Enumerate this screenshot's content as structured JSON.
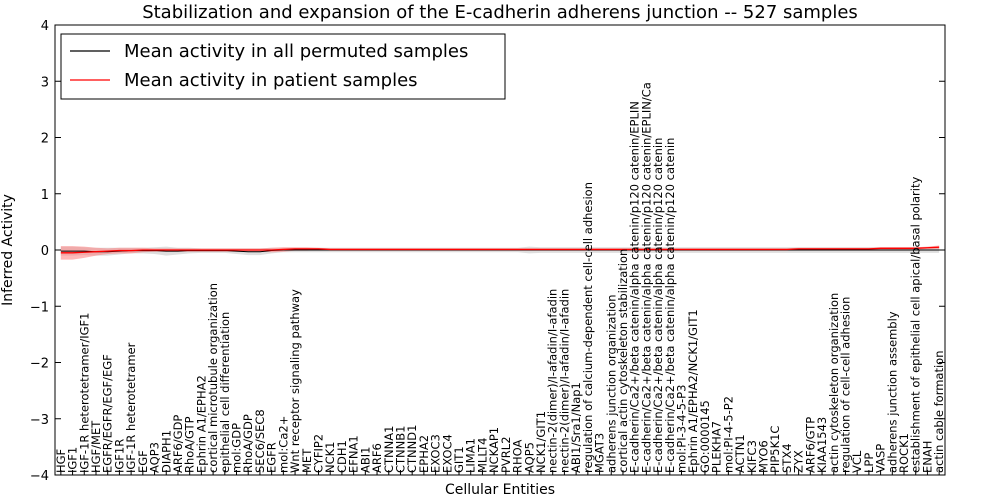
{
  "chart_data": {
    "type": "line",
    "title": "Stabilization and expansion of the E-cadherin adherens junction -- 527 samples",
    "xlabel": "Cellular Entities",
    "ylabel": "Inferred Activity",
    "ylim": [
      -4,
      4
    ],
    "yticks": [
      "4",
      "3",
      "2",
      "1",
      "0",
      "−1",
      "−2",
      "−3",
      "−4"
    ],
    "legend_position": "upper-left",
    "colors": {
      "permuted": "#000000",
      "patient": "#ff0000",
      "permuted_band": "#c8c8c8",
      "patient_band": "#ff8080"
    },
    "categories": [
      "HGF",
      "IGF1",
      "IGF-1R heterotetramer/IGF1",
      "HGF/MET",
      "EGFR/EGFR/EGF/EGF",
      "IGF1R",
      "IGF-1R heterotetramer",
      "EGF",
      "AQP3",
      "DIAPH1",
      "ARF6/GDP",
      "RhoA/GTP",
      "Ephrin A1/EPHA2",
      "cortical microtubule organization",
      "epithelial cell differentiation",
      "mol:GDP",
      "RhoA/GDP",
      "SEC6/SEC8",
      "EGFR",
      "mol:Ca2+",
      "Wnt receptor signaling pathway",
      "MET",
      "CYFIP2",
      "NCK1",
      "CDH1",
      "EFNA1",
      "ABI1",
      "ARF6",
      "CTNNA1",
      "CTNNB1",
      "CTNND1",
      "EPHA2",
      "EXOC3",
      "EXOC4",
      "GIT1",
      "LIMA1",
      "MLLT4",
      "NCKAP1",
      "PVRL2",
      "RHOA",
      "AQP5",
      "NCK1/GIT1",
      "nectin-2(dimer)/I-afadin/I-afadin",
      "nectin-2(dimer)/I-afadin/I-afadin",
      "ABI1/Sra1/Nap1",
      "regulation of calcium-dependent cell-cell adhesion",
      "MGAT3",
      "adherens junction organization",
      "cortical actin cytoskeleton stabilization",
      "E-cadherin/Ca2+/beta catenin/alpha catenin/p120 catenin/EPLIN",
      "E-cadherin/Ca2+/beta catenin/alpha catenin/p120 catenin/EPLIN/Ca",
      "E-cadherin/Ca2+/beta catenin/alpha catenin/p120 catenin",
      "E-cadherin/Ca2+/beta catenin/alpha catenin/p120 catenin",
      "mol:PI-3-4-5-P3",
      "Ephrin A1/EPHA2/NCK1/GIT1",
      "GO:0000145",
      "PLEKHA7",
      "mol:PI-4-5-P2",
      "ACTN1",
      "KIFC3",
      "MYO6",
      "PIP5K1C",
      "STX4",
      "ZYX",
      "ARF6/GTP",
      "KIAA1543",
      "actin cytoskeleton organization",
      "regulation of cell-cell adhesion",
      "VCL",
      "LPP",
      "VASP",
      "adherens junction assembly",
      "ROCK1",
      "establishment of epithelial cell apical/basal polarity",
      "ENAH",
      "actin cable formation"
    ],
    "series": [
      {
        "name": "Mean activity in all permuted samples",
        "values": [
          -0.02,
          -0.02,
          -0.02,
          -0.03,
          -0.03,
          -0.02,
          -0.01,
          -0.01,
          -0.01,
          -0.02,
          -0.02,
          -0.01,
          -0.01,
          -0.01,
          -0.01,
          -0.02,
          -0.03,
          -0.03,
          -0.01,
          0,
          0,
          0,
          0,
          0,
          0,
          0,
          0,
          0,
          0,
          0,
          0,
          0,
          0,
          0,
          0,
          0,
          0,
          0,
          0,
          0,
          0,
          0,
          0,
          0,
          0,
          0,
          0,
          0,
          0,
          0,
          0,
          0,
          0,
          0,
          0,
          0,
          0,
          0,
          0,
          0,
          0,
          0,
          0,
          0,
          0,
          0,
          0,
          0,
          0,
          0,
          0,
          0,
          0,
          0,
          0,
          0
        ],
        "band": [
          0.08,
          0.08,
          0.07,
          0.07,
          0.07,
          0.06,
          0.05,
          0.05,
          0.06,
          0.08,
          0.06,
          0.05,
          0.04,
          0.04,
          0.04,
          0.05,
          0.06,
          0.06,
          0.05,
          0.04,
          0.04,
          0.04,
          0.04,
          0.04,
          0.04,
          0.04,
          0.04,
          0.04,
          0.04,
          0.04,
          0.04,
          0.04,
          0.04,
          0.04,
          0.04,
          0.04,
          0.04,
          0.04,
          0.04,
          0.04,
          0.06,
          0.05,
          0.05,
          0.05,
          0.05,
          0.05,
          0.05,
          0.05,
          0.05,
          0.05,
          0.05,
          0.05,
          0.05,
          0.05,
          0.05,
          0.05,
          0.05,
          0.05,
          0.05,
          0.05,
          0.05,
          0.05,
          0.05,
          0.05,
          0.05,
          0.05,
          0.05,
          0.05,
          0.05,
          0.05,
          0.05,
          0.05,
          0.05,
          0.05,
          0.05,
          0.05
        ]
      },
      {
        "name": "Mean activity in patient samples",
        "values": [
          -0.05,
          -0.05,
          -0.04,
          -0.03,
          -0.02,
          -0.01,
          -0.01,
          0,
          0,
          0,
          0,
          0,
          0,
          0,
          0,
          0,
          0,
          0,
          0,
          0.01,
          0.02,
          0.02,
          0.02,
          0.01,
          0.01,
          0.01,
          0.01,
          0.01,
          0.01,
          0.01,
          0.01,
          0.01,
          0.01,
          0.01,
          0.01,
          0.01,
          0.01,
          0.01,
          0.01,
          0.01,
          0.01,
          0.01,
          0.01,
          0.01,
          0.01,
          0.01,
          0.01,
          0.01,
          0.01,
          0.01,
          0.01,
          0.01,
          0.01,
          0.01,
          0.01,
          0.01,
          0.01,
          0.01,
          0.01,
          0.01,
          0.01,
          0.01,
          0.01,
          0.02,
          0.02,
          0.02,
          0.02,
          0.02,
          0.02,
          0.02,
          0.03,
          0.03,
          0.03,
          0.03,
          0.04,
          0.05
        ],
        "band": [
          0.12,
          0.12,
          0.1,
          0.07,
          0.05,
          0.05,
          0.05,
          0.04,
          0.03,
          0.03,
          0.03,
          0.03,
          0.03,
          0.03,
          0.03,
          0.03,
          0.03,
          0.03,
          0.04,
          0.04,
          0.03,
          0.03,
          0.02,
          0.02,
          0.02,
          0.02,
          0.02,
          0.02,
          0.02,
          0.02,
          0.02,
          0.02,
          0.02,
          0.02,
          0.02,
          0.02,
          0.02,
          0.02,
          0.02,
          0.02,
          0.02,
          0.02,
          0.02,
          0.02,
          0.02,
          0.02,
          0.02,
          0.02,
          0.02,
          0.02,
          0.02,
          0.02,
          0.02,
          0.02,
          0.02,
          0.02,
          0.02,
          0.02,
          0.02,
          0.02,
          0.02,
          0.02,
          0.02,
          0.02,
          0.02,
          0.02,
          0.02,
          0.02,
          0.02,
          0.02,
          0.02,
          0.02,
          0.02,
          0.02,
          0.02,
          0.03
        ]
      }
    ]
  }
}
